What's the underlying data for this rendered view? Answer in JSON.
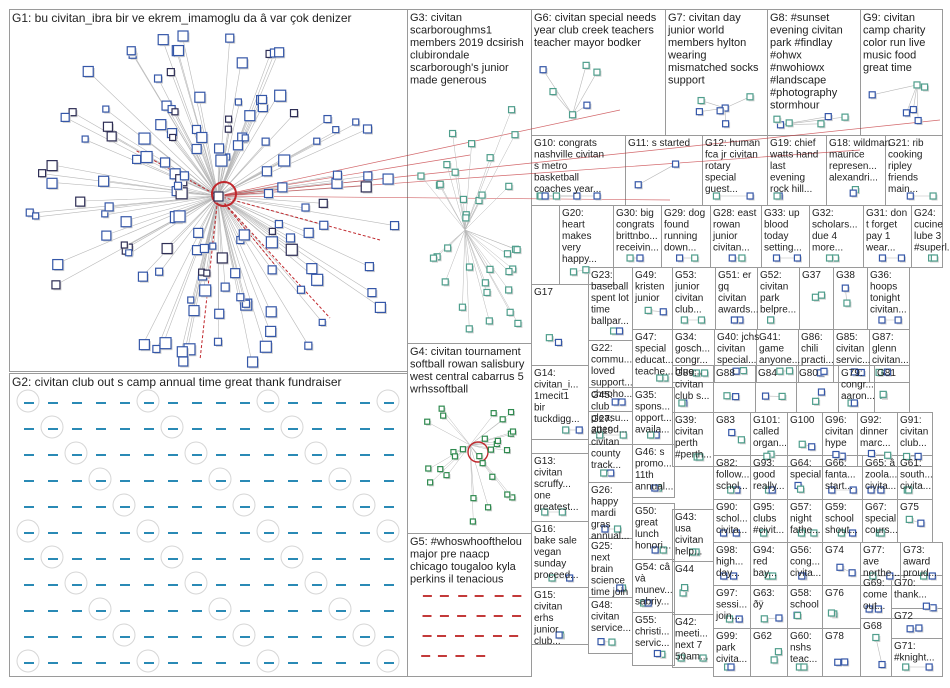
{
  "groups": [
    {
      "id": "G1",
      "lines": [
        "G1: bu civitan_ibra bir ve ekrem_imamoglu da â var çok denizer"
      ]
    },
    {
      "id": "G2",
      "lines": [
        "G2: civitan club out s camp annual time great thank fundraiser"
      ]
    },
    {
      "id": "G3",
      "lines": [
        "G3: civitan",
        "scarboroughms1",
        "members 2019 dcsirish",
        "clubirondale",
        "scarborough's junior",
        "made generous"
      ]
    },
    {
      "id": "G4",
      "lines": [
        "G4: civitan tournament",
        "softball rowan salisbury",
        "west central cabarrus 5",
        "wrhssoftball"
      ]
    },
    {
      "id": "G5",
      "lines": [
        "G5: #whoswhoofthelou",
        "major pre naacp",
        "chicago tougaloo kyla",
        "perkins il tenacious"
      ]
    },
    {
      "id": "G6",
      "lines": [
        "G6: civitan special needs",
        "year club creek teachers",
        "teacher mayor bodker"
      ]
    },
    {
      "id": "G7",
      "lines": [
        "G7: civitan day",
        "junior world",
        "members hylton",
        "wearing",
        "mismatched socks",
        "support"
      ]
    },
    {
      "id": "G8",
      "lines": [
        "G8: #sunset",
        "evening civitan",
        "park #findlay",
        "#ohwx",
        "#nwohiowx",
        "#landscape",
        "#photography",
        "stormhour"
      ]
    },
    {
      "id": "G9",
      "lines": [
        "G9: civitan",
        "camp charity",
        "color run live",
        "music food",
        "great time"
      ]
    },
    {
      "id": "G10",
      "lines": [
        "G10: congrats",
        "nashville civitan",
        "s metro",
        "basketball",
        "coaches year..."
      ]
    },
    {
      "id": "G11",
      "lines": [
        "G11: s started"
      ]
    },
    {
      "id": "G12",
      "lines": [
        "G12: human",
        "fca jr civitan",
        "rotary",
        "special",
        "guest..."
      ]
    },
    {
      "id": "G19",
      "lines": [
        "G19: chief",
        "watts hand",
        "last",
        "evening",
        "rock hill..."
      ]
    },
    {
      "id": "G18",
      "lines": [
        "G18: wildman",
        "maurice",
        "represen...",
        "alexandri..."
      ]
    },
    {
      "id": "G21",
      "lines": [
        "G21: rib",
        "cooking",
        "ripley",
        "friends",
        "main..."
      ]
    },
    {
      "id": "G20",
      "lines": [
        "G20:",
        "heart",
        "makes",
        "very",
        "happy..."
      ]
    },
    {
      "id": "G30",
      "lines": [
        "G30: big",
        "congrats",
        "brittnbo...",
        "receivin..."
      ]
    },
    {
      "id": "G29",
      "lines": [
        "G29: dog",
        "found",
        "running",
        "down..."
      ]
    },
    {
      "id": "G28",
      "lines": [
        "G28: east",
        "rowan",
        "junior",
        "civitan..."
      ]
    },
    {
      "id": "G33",
      "lines": [
        "G33: up",
        "blood",
        "today",
        "setting..."
      ]
    },
    {
      "id": "G32",
      "lines": [
        "G32:",
        "scholars...",
        "due 4",
        "more..."
      ]
    },
    {
      "id": "G31",
      "lines": [
        "G31: don",
        "t forget",
        "pay 1",
        "wear..."
      ]
    },
    {
      "id": "G24",
      "lines": [
        "G24:",
        "cucine",
        "lube 3",
        "#superl..."
      ]
    },
    {
      "id": "G17",
      "lines": [
        "G17"
      ]
    },
    {
      "id": "G23",
      "lines": [
        "G23:",
        "baseball",
        "spent lot",
        "time",
        "ballpar..."
      ]
    },
    {
      "id": "G49",
      "lines": [
        "G49:",
        "kristen",
        "junior"
      ]
    },
    {
      "id": "G53",
      "lines": [
        "G53:",
        "junior",
        "civitan",
        "club..."
      ]
    },
    {
      "id": "G51",
      "lines": [
        "G51: er",
        "gq",
        "civitan",
        "awards..."
      ]
    },
    {
      "id": "G52",
      "lines": [
        "G52:",
        "civitan",
        "park",
        "belpre..."
      ]
    },
    {
      "id": "G37",
      "lines": [
        "G37"
      ]
    },
    {
      "id": "G38",
      "lines": [
        "G38"
      ]
    },
    {
      "id": "G36",
      "lines": [
        "G36:",
        "hoops",
        "tonight",
        "civitan..."
      ]
    },
    {
      "id": "G22",
      "lines": [
        "G22:",
        "commu...",
        "loved",
        "support...",
        "cheoho..."
      ]
    },
    {
      "id": "G47",
      "lines": [
        "G47:",
        "special",
        "educat...",
        "teache..."
      ]
    },
    {
      "id": "G34",
      "lines": [
        "G34:",
        "gosch...",
        "congr...",
        "blue..."
      ]
    },
    {
      "id": "G40",
      "lines": [
        "G40: jchs",
        "civitan",
        "special..."
      ]
    },
    {
      "id": "G41",
      "lines": [
        "G41:",
        "game",
        "anyone..."
      ]
    },
    {
      "id": "G86",
      "lines": [
        "G86:",
        "chili",
        "practi..."
      ]
    },
    {
      "id": "G85",
      "lines": [
        "G85:",
        "civitan",
        "servic..."
      ]
    },
    {
      "id": "G87",
      "lines": [
        "G87:",
        "glenn",
        "civitan..."
      ]
    },
    {
      "id": "G14",
      "lines": [
        "G14:",
        "civitan_i...",
        "1mecit1",
        "bir",
        "tuckdigg..."
      ]
    },
    {
      "id": "G45",
      "lines": [
        "G45:",
        "club",
        "pleasu...",
        "attend..."
      ]
    },
    {
      "id": "G35",
      "lines": [
        "G35:",
        "spons...",
        "opport...",
        "availa..."
      ]
    },
    {
      "id": "G89",
      "lines": [
        "G89:",
        "civitan",
        "club s..."
      ]
    },
    {
      "id": "G88",
      "lines": [
        "G88"
      ]
    },
    {
      "id": "G84",
      "lines": [
        "G84"
      ]
    },
    {
      "id": "G80",
      "lines": [
        "G80"
      ]
    },
    {
      "id": "G79",
      "lines": [
        "G79:",
        "congr...",
        "aaron..."
      ]
    },
    {
      "id": "G81",
      "lines": [
        "G81"
      ]
    },
    {
      "id": "G27",
      "lines": [
        "G27:",
        "2019",
        "civitan",
        "county",
        "track..."
      ]
    },
    {
      "id": "G46",
      "lines": [
        "G46: s",
        "promo...",
        "11th",
        "annual..."
      ]
    },
    {
      "id": "G39",
      "lines": [
        "G39:",
        "civitan",
        "perth",
        "#perth..."
      ]
    },
    {
      "id": "G83",
      "lines": [
        "G83"
      ]
    },
    {
      "id": "G101",
      "lines": [
        "G101:",
        "called",
        "organ..."
      ]
    },
    {
      "id": "G100",
      "lines": [
        "G100"
      ]
    },
    {
      "id": "G96",
      "lines": [
        "G96:",
        "civitan",
        "hype"
      ]
    },
    {
      "id": "G92",
      "lines": [
        "G92:",
        "dinner",
        "marc..."
      ]
    },
    {
      "id": "G91",
      "lines": [
        "G91:",
        "civitan",
        "club..."
      ]
    },
    {
      "id": "G13",
      "lines": [
        "G13:",
        "civitan",
        "scruffy...",
        "one",
        "greatest..."
      ]
    },
    {
      "id": "G82",
      "lines": [
        "G82:",
        "follow...",
        "schol..."
      ]
    },
    {
      "id": "G93",
      "lines": [
        "G93:",
        "good",
        "really..."
      ]
    },
    {
      "id": "G64",
      "lines": [
        "G64:",
        "special"
      ]
    },
    {
      "id": "G66",
      "lines": [
        "G66:",
        "fanta...",
        "start..."
      ]
    },
    {
      "id": "G65",
      "lines": [
        "G65: â",
        "zoola...",
        "civita..."
      ]
    },
    {
      "id": "G61",
      "lines": [
        "G61:",
        "south...",
        "civita..."
      ]
    },
    {
      "id": "G26",
      "lines": [
        "G26:",
        "happy",
        "mardi",
        "gras",
        "annual..."
      ]
    },
    {
      "id": "G50",
      "lines": [
        "G50:",
        "great",
        "lunch",
        "honori..."
      ]
    },
    {
      "id": "G90",
      "lines": [
        "G90:",
        "schol...",
        "civita..."
      ]
    },
    {
      "id": "G95",
      "lines": [
        "G95:",
        "clubs",
        "#civit..."
      ]
    },
    {
      "id": "G57",
      "lines": [
        "G57:",
        "night",
        "fathe..."
      ]
    },
    {
      "id": "G59",
      "lines": [
        "G59:",
        "school",
        "shout..."
      ]
    },
    {
      "id": "G67",
      "lines": [
        "G67:",
        "special",
        "cours..."
      ]
    },
    {
      "id": "G75",
      "lines": [
        "G75"
      ]
    },
    {
      "id": "G16",
      "lines": [
        "G16:",
        "bake sale",
        "vegan",
        "sunday",
        "proceed..."
      ]
    },
    {
      "id": "G43",
      "lines": [
        "G43:",
        "usa",
        "civitan",
        "help..."
      ]
    },
    {
      "id": "G98",
      "lines": [
        "G98:",
        "high...",
        "day..."
      ]
    },
    {
      "id": "G94",
      "lines": [
        "G94:",
        "red",
        "bay..."
      ]
    },
    {
      "id": "G56",
      "lines": [
        "G56:",
        "cong...",
        "civita..."
      ]
    },
    {
      "id": "G74",
      "lines": [
        "G74"
      ]
    },
    {
      "id": "G77",
      "lines": [
        "G77:",
        "ave",
        "northe..."
      ]
    },
    {
      "id": "G73",
      "lines": [
        "G73:",
        "award",
        "proud..."
      ]
    },
    {
      "id": "G25",
      "lines": [
        "G25:",
        "next",
        "brain",
        "science",
        "time join"
      ]
    },
    {
      "id": "G54",
      "lines": [
        "G54: câ",
        "và",
        "munev...",
        "sabriy..."
      ]
    },
    {
      "id": "G44",
      "lines": [
        "G44"
      ]
    },
    {
      "id": "G97",
      "lines": [
        "G97:",
        "sessi...",
        "join..."
      ]
    },
    {
      "id": "G63",
      "lines": [
        "G63:",
        "ðÿ"
      ]
    },
    {
      "id": "G58",
      "lines": [
        "G58:",
        "school"
      ]
    },
    {
      "id": "G76",
      "lines": [
        "G76"
      ]
    },
    {
      "id": "G69",
      "lines": [
        "G69:",
        "come",
        "out..."
      ]
    },
    {
      "id": "G70",
      "lines": [
        "G70:",
        "thank..."
      ]
    },
    {
      "id": "G72",
      "lines": [
        "G72"
      ]
    },
    {
      "id": "G15",
      "lines": [
        "G15:",
        "civitan",
        "erhs",
        "junior",
        "club..."
      ]
    },
    {
      "id": "G48",
      "lines": [
        "G48:",
        "civitan",
        "service..."
      ]
    },
    {
      "id": "G55",
      "lines": [
        "G55:",
        "christi...",
        "servic..."
      ]
    },
    {
      "id": "G42",
      "lines": [
        "G42:",
        "meeti...",
        "next 7",
        "50am..."
      ]
    },
    {
      "id": "G99",
      "lines": [
        "G99:",
        "park",
        "civita..."
      ]
    },
    {
      "id": "G62",
      "lines": [
        "G62"
      ]
    },
    {
      "id": "G60",
      "lines": [
        "G60:",
        "nshs",
        "teac..."
      ]
    },
    {
      "id": "G78",
      "lines": [
        "G78"
      ]
    },
    {
      "id": "G68",
      "lines": [
        "G68"
      ]
    },
    {
      "id": "G71",
      "lines": [
        "G71:",
        "#knight..."
      ]
    }
  ],
  "colors": {
    "border": "#9a9a9a",
    "edge_gray": "#b8b8b8",
    "edge_red": "#c0282d",
    "edge_blue": "#4a6cb8",
    "node_blue": "#3557a8",
    "node_dark": "#2e2e55",
    "g2_node": "#2a8ab5",
    "g2_circle": "#d6d6d6",
    "g3_node": "#4f9e8c",
    "g4_node": "#2f8a4f",
    "g5_node": "#c33a3a"
  }
}
